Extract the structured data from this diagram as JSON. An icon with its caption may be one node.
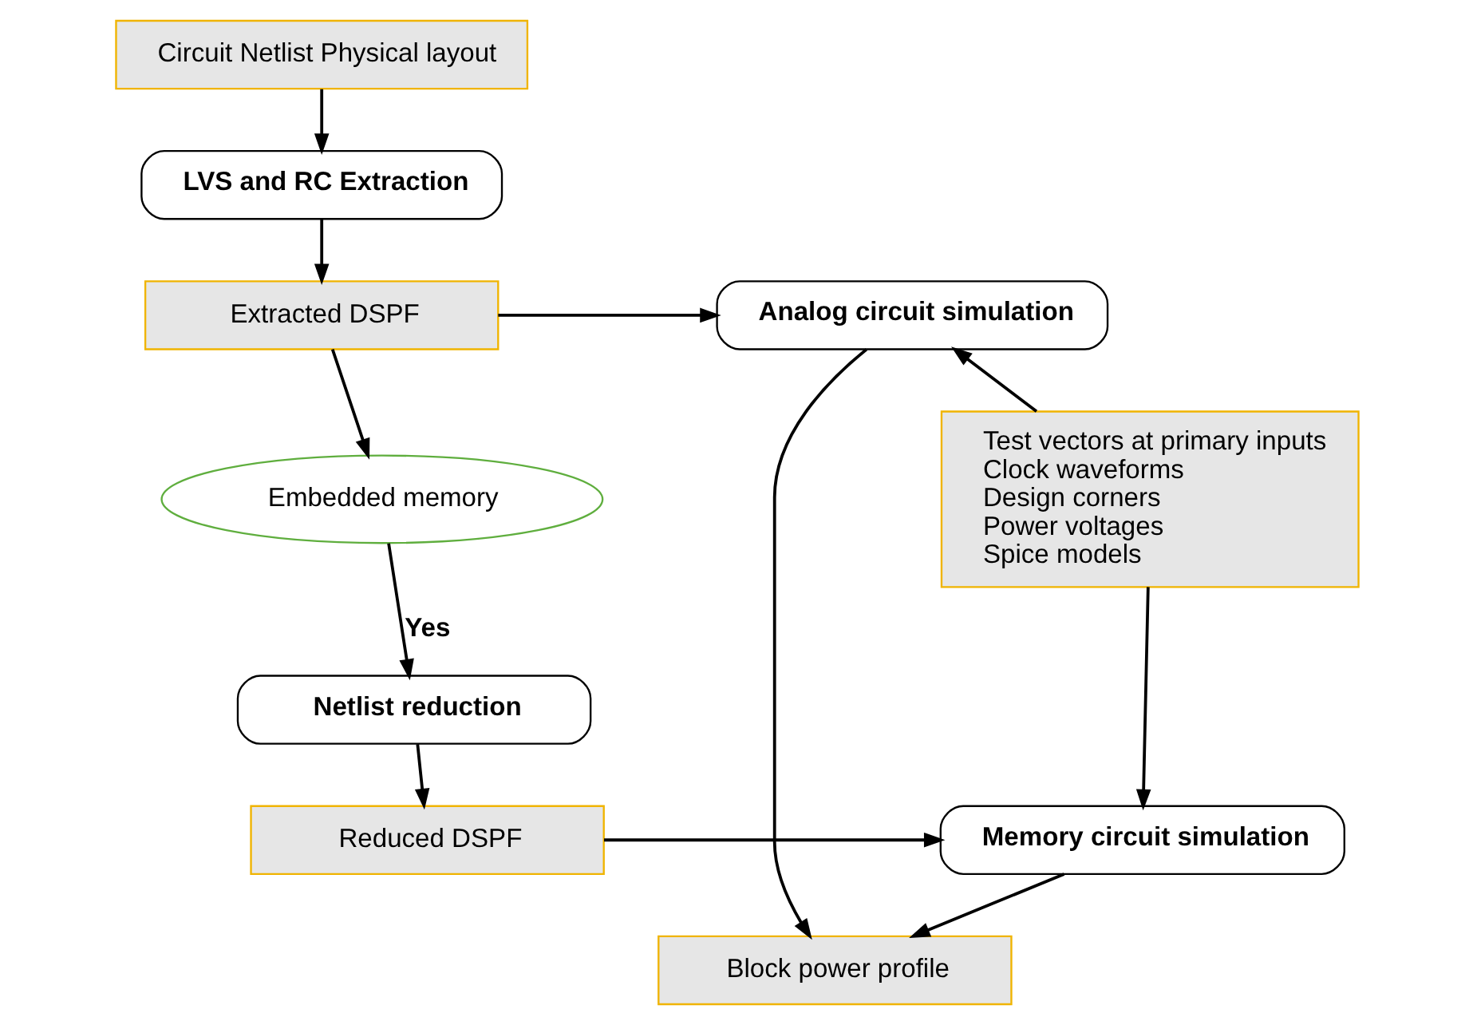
{
  "diagram": {
    "nodes": [
      {
        "text": [
          "Circuit Netlist Physical layout"
        ]
      },
      {
        "text": [
          "LVS and RC Extraction"
        ]
      },
      {
        "text": [
          "Extracted DSPF"
        ]
      },
      {
        "text": [
          "Analog circuit simulation"
        ]
      },
      {
        "text": [
          "Embedded memory"
        ]
      },
      {
        "text": [
          "Test vectors at primary inputs",
          "Clock waveforms",
          "Design corners",
          "Power voltages",
          "Spice models"
        ]
      },
      {
        "text": [
          "Block power profile"
        ]
      },
      {
        "text": [
          "Netlist reduction"
        ]
      },
      {
        "text": [
          "Reduced DSPF"
        ]
      },
      {
        "text": [
          "Memory circuit simulation"
        ]
      }
    ],
    "edges": [
      {
        "from": 0,
        "to": 1,
        "arrow": "to"
      },
      {
        "from": 1,
        "to": 2,
        "arrow": "to"
      },
      {
        "from": 2,
        "to": 3,
        "arrow": "to"
      },
      {
        "from": 2,
        "to": 4,
        "arrow": "to"
      },
      {
        "from": 4,
        "to": 7,
        "arrow": "to",
        "label": "Yes"
      },
      {
        "from": 7,
        "to": 8,
        "arrow": "to"
      },
      {
        "from": 8,
        "to": 9,
        "arrow": "to"
      },
      {
        "from": 5,
        "to": 3,
        "arrow": "to"
      },
      {
        "from": 5,
        "to": 9,
        "arrow": "to"
      },
      {
        "from": 3,
        "to": 6,
        "arrow": "to"
      },
      {
        "from": 9,
        "to": 6,
        "arrow": "to"
      }
    ]
  }
}
